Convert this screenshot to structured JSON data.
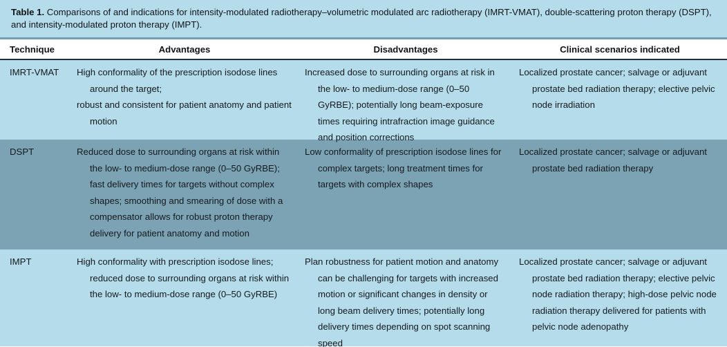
{
  "caption": {
    "label": "Table 1.",
    "text": " Comparisons of and indications for intensity-modulated radiotherapy–volumetric modulated arc radiotherapy (IMRT-VMAT), double-scattering proton therapy (DSPT), and intensity-modulated proton therapy (IMPT)."
  },
  "colors": {
    "caption_background": "#b4dcea",
    "row_light": "#b4dcea",
    "row_dark": "#7ba3b3",
    "header_background": "#ffffff",
    "header_rule": "#23303a",
    "caption_rule": "#6f9fb0",
    "text": "#15191e"
  },
  "table": {
    "headers": [
      "Technique",
      "Advantages",
      "Disadvantages",
      "Clinical scenarios indicated"
    ],
    "rows": [
      {
        "technique": "IMRT-VMAT",
        "advantages_lines": [
          "High conformality of the prescription isodose lines around the target;",
          "robust and consistent for patient anatomy and patient motion"
        ],
        "disadvantages": "Increased dose to surrounding organs at risk in the low- to medium-dose range (0–50 GyRBE); potentially long beam-exposure times requiring intrafraction image guidance and position corrections",
        "clinical": "Localized prostate cancer; salvage or adjuvant prostate bed radiation therapy; elective pelvic node irradiation"
      },
      {
        "technique": "DSPT",
        "advantages_lines": [
          "Reduced dose to surrounding organs at risk within the low- to medium-dose range (0–50 GyRBE); fast delivery times for targets without complex shapes; smoothing and smearing of dose with a compensator allows for robust proton therapy delivery for patient anatomy and motion"
        ],
        "disadvantages": "Low conformality of prescription isodose lines for complex targets; long treatment times for targets with complex shapes",
        "clinical": "Localized prostate cancer; salvage or adjuvant prostate bed radiation therapy"
      },
      {
        "technique": "IMPT",
        "advantages_lines": [
          "High conformality with prescription isodose lines; reduced dose to surrounding organs at risk within the low- to medium-dose range (0–50 GyRBE)"
        ],
        "disadvantages": "Plan robustness for patient motion and anatomy can be challenging for targets with increased motion or significant changes in density or long beam delivery times; potentially long delivery times depending on spot scanning speed",
        "clinical": "Localized prostate cancer; salvage or adjuvant prostate bed radiation therapy; elective pelvic node radiation therapy; high-dose pelvic node radiation therapy delivered for patients with pelvic node adenopathy"
      }
    ]
  }
}
